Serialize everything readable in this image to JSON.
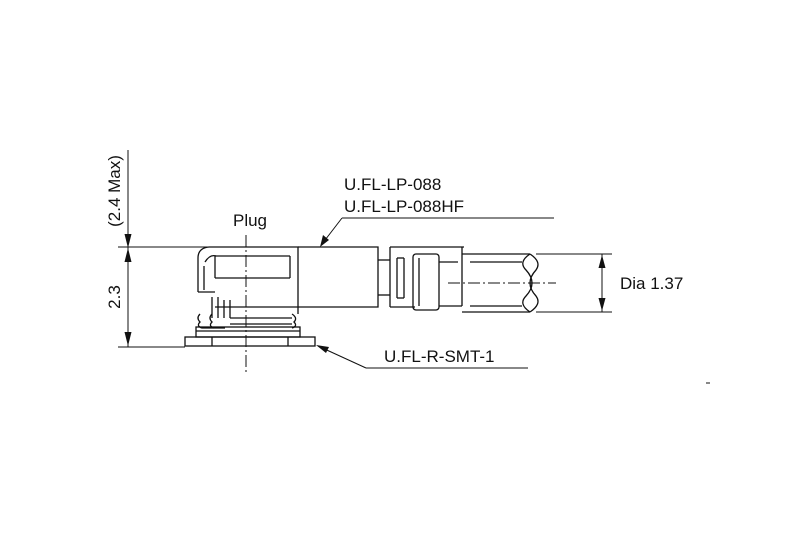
{
  "labels": {
    "part_number_1": "U.FL-LP-088",
    "part_number_2": "U.FL-LP-088HF",
    "plug": "Plug",
    "receptacle": "U.FL-R-SMT-1",
    "cable_diameter": "Dia 1.37"
  },
  "dimensions": {
    "height": "2.3",
    "max_height": "(2.4 Max)"
  }
}
